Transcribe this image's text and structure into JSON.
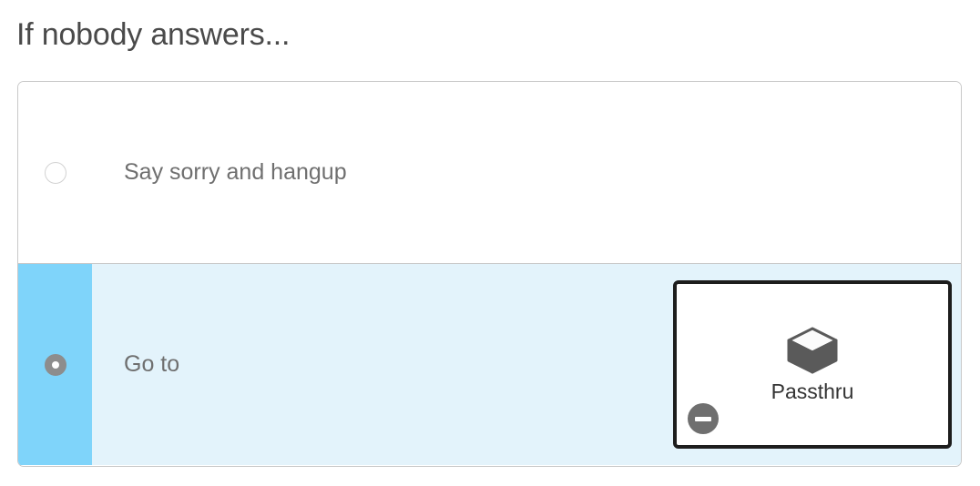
{
  "page": {
    "title": "If nobody answers..."
  },
  "colors": {
    "accent_band": "#7fd4fa",
    "selected_row_bg": "#e3f3fb",
    "panel_border": "#c9c9c9",
    "card_border": "#1d1d1d",
    "title_text": "#4a4a4a",
    "label_text": "#6f6f6f",
    "radio_selected": "#8d8d8d",
    "remove_badge": "#6f6f6f",
    "cube_body": "#5a5a5a"
  },
  "options": [
    {
      "id": "say-sorry-and-hangup",
      "label": "Say sorry and hangup",
      "selected": false,
      "radio_icon": "radio-unchecked-icon",
      "target": null
    },
    {
      "id": "go-to",
      "label": "Go to",
      "selected": true,
      "radio_icon": "radio-checked-icon",
      "target": {
        "name": "Passthru",
        "icon": "cube-icon",
        "remove_icon": "minus-circle-icon"
      }
    }
  ]
}
